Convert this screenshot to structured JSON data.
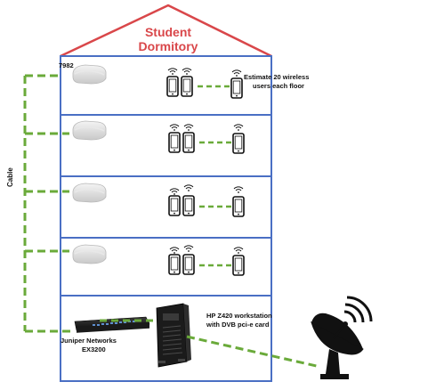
{
  "building": {
    "title_line1": "Student",
    "title_line2": "Dormitory",
    "roof_color": "#d9474a",
    "wall_color": "#4a6fc4"
  },
  "floors": [
    {
      "access_point_label": "7982",
      "phones": 3,
      "note_line1": "Estimate 20 wireless",
      "note_line2": "users each floor"
    },
    {
      "phones": 3
    },
    {
      "phones": 3
    },
    {
      "phones": 3
    }
  ],
  "ground_floor": {
    "switch_label_line1": "Juniper Networks",
    "switch_label_line2": "EX3200",
    "workstation_label_line1": "HP Z420 workstation",
    "workstation_label_line2": "with DVB  pci-e card"
  },
  "cable_label": "Cable",
  "link_color": "#6aaa3a",
  "icons": [
    "access-point-icon",
    "smartphone-icon",
    "network-switch-icon",
    "workstation-tower-icon",
    "satellite-dish-icon"
  ]
}
